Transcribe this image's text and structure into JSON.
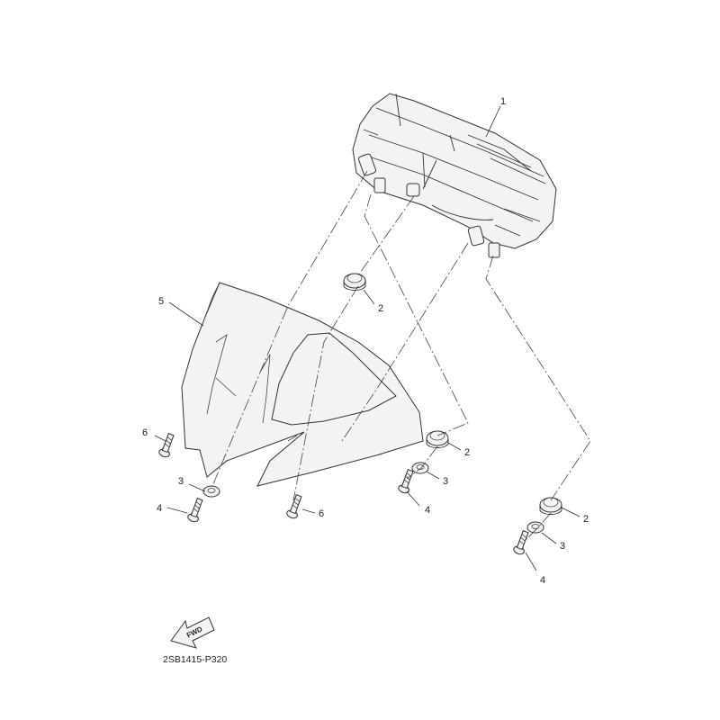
{
  "diagram_code": "2SB1415-P320",
  "fwd_label": "FWD",
  "callouts": [
    "1",
    "2",
    "3",
    "4",
    "5",
    "6"
  ]
}
